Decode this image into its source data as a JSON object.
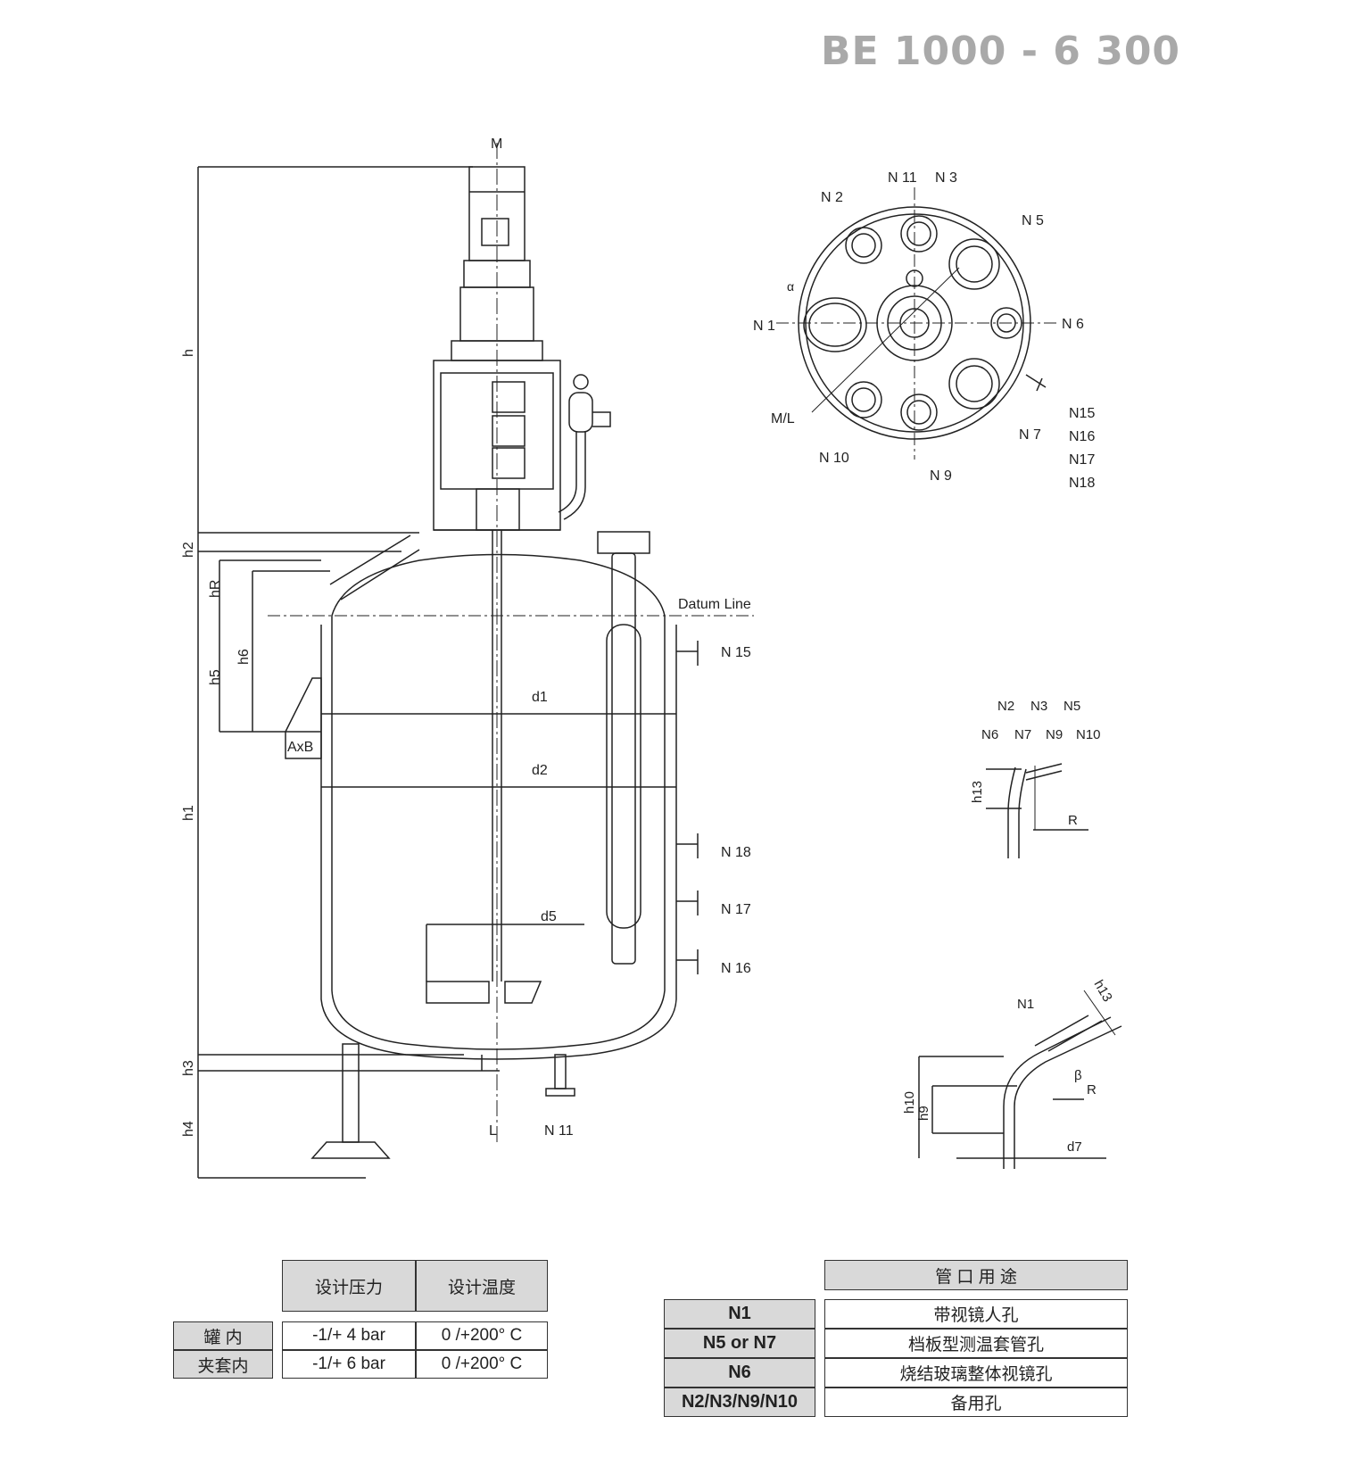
{
  "title": "BE 1000 - 6 300",
  "main_view": {
    "motor_label": "M",
    "bottom_outlet_label": "L",
    "datum_line": "Datum Line",
    "nozzles": [
      "N 15",
      "N 18",
      "N 17",
      "N 16",
      "N 11"
    ],
    "dimensions": {
      "h": "h",
      "h1": "h1",
      "h2": "h2",
      "h3": "h3",
      "h4": "h4",
      "h5": "h5",
      "h6": "h6",
      "hR": "hR",
      "d1": "d1",
      "d2": "d2",
      "d5": "d5",
      "axb": "AxB"
    }
  },
  "top_view": {
    "n11": "N 11",
    "n3": "N 3",
    "n2": "N 2",
    "n5": "N 5",
    "alpha": "α",
    "n1": "N 1",
    "n6": "N 6",
    "ml": "M/L",
    "n15": "N15",
    "n16": "N16",
    "n17": "N17",
    "n18": "N18",
    "n7": "N 7",
    "n10": "N 10",
    "n9": "N 9"
  },
  "detail_1": {
    "row1": [
      "N2",
      "N3",
      "N5"
    ],
    "row2": [
      "N6",
      "N7",
      "N9",
      "N10"
    ],
    "h13": "h13",
    "r": "R"
  },
  "detail_2": {
    "n1": "N1",
    "h13": "h13",
    "beta": "β",
    "r": "R",
    "h10": "h10",
    "h9": "h9",
    "d7": "d7"
  },
  "design_table": {
    "headers": [
      "设计压力",
      "设计温度"
    ],
    "rows": [
      {
        "label": "罐 内",
        "pressure": "-1/+ 4 bar",
        "temperature": "0 /+200° C"
      },
      {
        "label": "夹套内",
        "pressure": "-1/+ 6 bar",
        "temperature": "0 /+200° C"
      }
    ]
  },
  "nozzle_table": {
    "header": "管 口 用 途",
    "rows": [
      {
        "nozzle": "N1",
        "use": "带视镜人孔"
      },
      {
        "nozzle": "N5 or N7",
        "use": "档板型测温套管孔"
      },
      {
        "nozzle": "N6",
        "use": "烧结玻璃整体视镜孔"
      },
      {
        "nozzle": "N2/N3/N9/N10",
        "use": "备用孔"
      }
    ]
  }
}
